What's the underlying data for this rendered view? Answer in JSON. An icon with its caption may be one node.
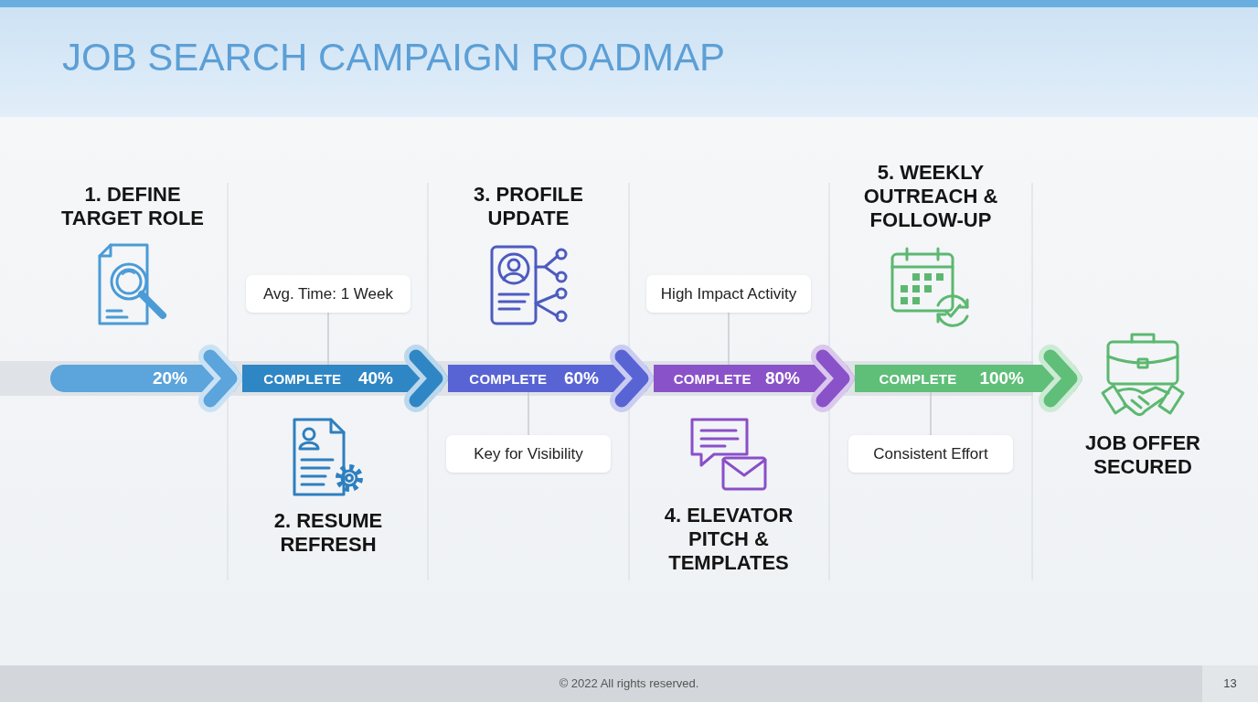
{
  "diagram": {
    "title": "JOB SEARCH CAMPAIGN ROADMAP",
    "nodes": [
      {
        "text": [
          "1. DEFINE TARGET ROLE"
        ]
      },
      {
        "text": [
          "20%"
        ]
      },
      {
        "text": [
          "Avg. Time: 1 Week"
        ]
      },
      {
        "text": [
          "COMPLETE",
          "40%"
        ]
      },
      {
        "text": [
          "2. RESUME REFRESH"
        ]
      },
      {
        "text": [
          "3. PROFILE UPDATE"
        ]
      },
      {
        "text": [
          "COMPLETE",
          "60%"
        ]
      },
      {
        "text": [
          "Key for Visibility"
        ]
      },
      {
        "text": [
          "High Impact Activity"
        ]
      },
      {
        "text": [
          "COMPLETE",
          "80%"
        ]
      },
      {
        "text": [
          "4. ELEVATOR PITCH & TEMPLATES"
        ]
      },
      {
        "text": [
          "5. WEEKLY OUTREACH & FOLLOW-UP"
        ]
      },
      {
        "text": [
          "COMPLETE",
          "100%"
        ]
      },
      {
        "text": [
          "Consistent Effort"
        ]
      },
      {
        "text": [
          "JOB OFFER SECURED"
        ]
      }
    ],
    "edges": [
      {
        "from": 1,
        "to": 3,
        "arrow": "to",
        "color": "#5ba4dc"
      },
      {
        "from": 2,
        "to": 3,
        "arrow": "none"
      },
      {
        "from": 3,
        "to": 6,
        "arrow": "to",
        "color": "#2f86c4"
      },
      {
        "from": 7,
        "to": 6,
        "arrow": "none"
      },
      {
        "from": 6,
        "to": 9,
        "arrow": "to",
        "color": "#5864d4"
      },
      {
        "from": 8,
        "to": 9,
        "arrow": "none"
      },
      {
        "from": 9,
        "to": 12,
        "arrow": "to",
        "color": "#8a52c8"
      },
      {
        "from": 13,
        "to": 12,
        "arrow": "none"
      },
      {
        "from": 12,
        "to": 14,
        "arrow": "to",
        "color": "#5fbe78"
      }
    ],
    "labels": [
      "© 2022 All rights reserved.",
      "13"
    ]
  }
}
